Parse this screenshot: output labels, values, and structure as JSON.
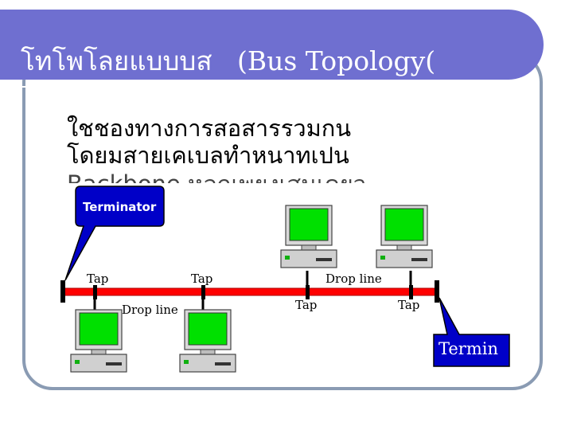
{
  "slide": {
    "title": "โทโพโลยแบบบส   (Bus Topology(",
    "body_lines": [
      "ใชชองทางการสอสารรวมกน",
      "โดยมสายเคเบลทำหนาทเปน",
      "Backbone หลกเพยงเสนเดยว"
    ]
  },
  "diagram": {
    "terminator_callout": "Terminator",
    "termin_callout": "Termin",
    "labels": {
      "tap_1": "Tap",
      "tap_2": "Tap",
      "tap_3": "Tap",
      "tap_4": "Tap",
      "drop_line_top": "Drop line",
      "drop_line_bottom": "Drop line"
    },
    "colors": {
      "title_bar": "#6f6fd0",
      "frame": "#8a9bb3",
      "bus": "#ff0000",
      "screen": "#00e000",
      "callout": "#0000c8"
    }
  }
}
